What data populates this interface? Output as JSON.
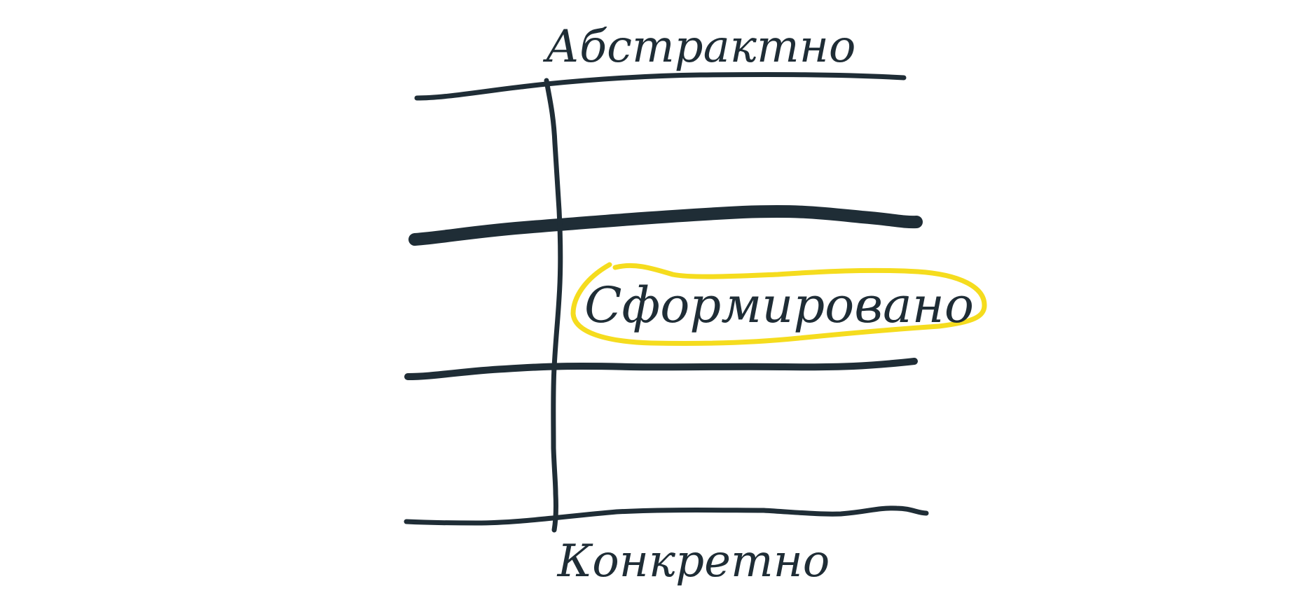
{
  "labels": {
    "top": "Абстрактно",
    "highlight": "Сформировано",
    "bottom": "Конкретно"
  },
  "colors": {
    "ink": "#1f2d36",
    "highlight": "#f5dc1e",
    "background": "#ffffff"
  }
}
